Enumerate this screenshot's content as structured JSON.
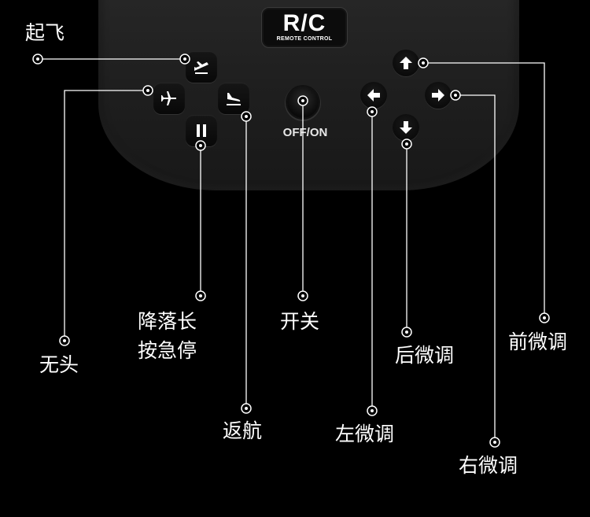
{
  "badge": {
    "title": "R/C",
    "subtitle": "REMOTE CONTROL"
  },
  "power_label": "OFF/ON",
  "labels": {
    "takeoff": "起飞",
    "headless": "无头",
    "land_line1": "降落长",
    "land_line2": "按急停",
    "return_home": "返航",
    "power_switch": "开关",
    "left_trim": "左微调",
    "back_trim": "后微调",
    "right_trim": "右微调",
    "front_trim": "前微调"
  },
  "icons": {
    "takeoff": "plane-takeoff-icon",
    "headless": "plane-headless-icon",
    "return_home": "plane-landing-icon",
    "land": "pause-icon",
    "power": "power-button",
    "trims": [
      "arrow-up-icon",
      "arrow-left-icon",
      "arrow-right-icon",
      "arrow-down-icon"
    ]
  },
  "colors": {
    "background": "#000000",
    "controller": "#1f1f1f",
    "button": "#0c0c0c",
    "text": "#ffffff",
    "line": "#ffffff"
  }
}
